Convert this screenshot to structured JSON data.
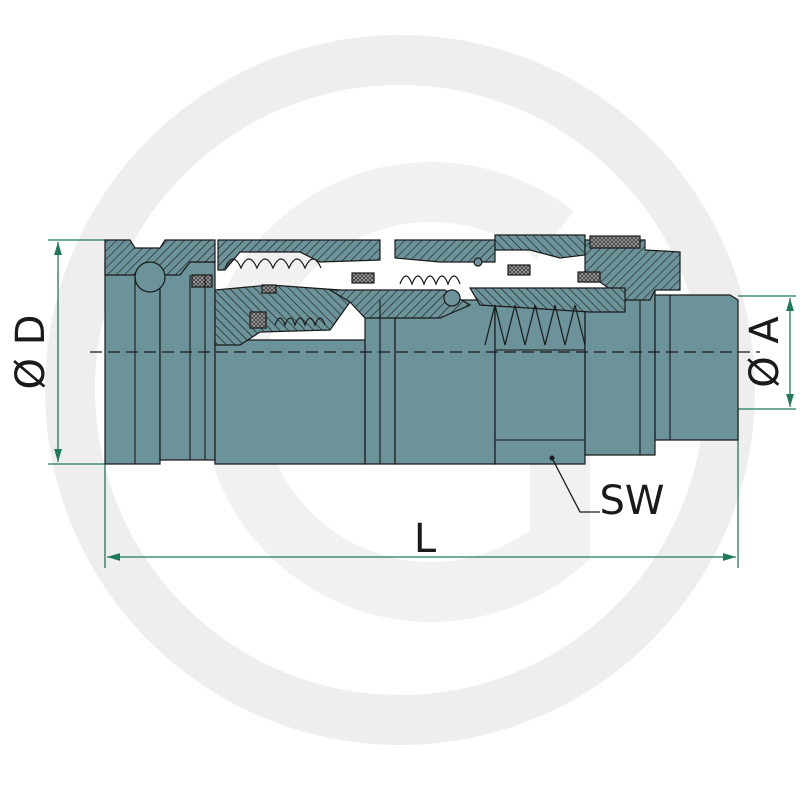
{
  "labels": {
    "diameter_d": "Ø D",
    "diameter_a": "Ø A",
    "length": "L",
    "wrench_size": "SW"
  },
  "colors": {
    "body": "#6b9399",
    "outline": "#1a1a1a",
    "dimension": "#1e7a5a",
    "watermark": "#ededed",
    "background": "#ffffff"
  }
}
